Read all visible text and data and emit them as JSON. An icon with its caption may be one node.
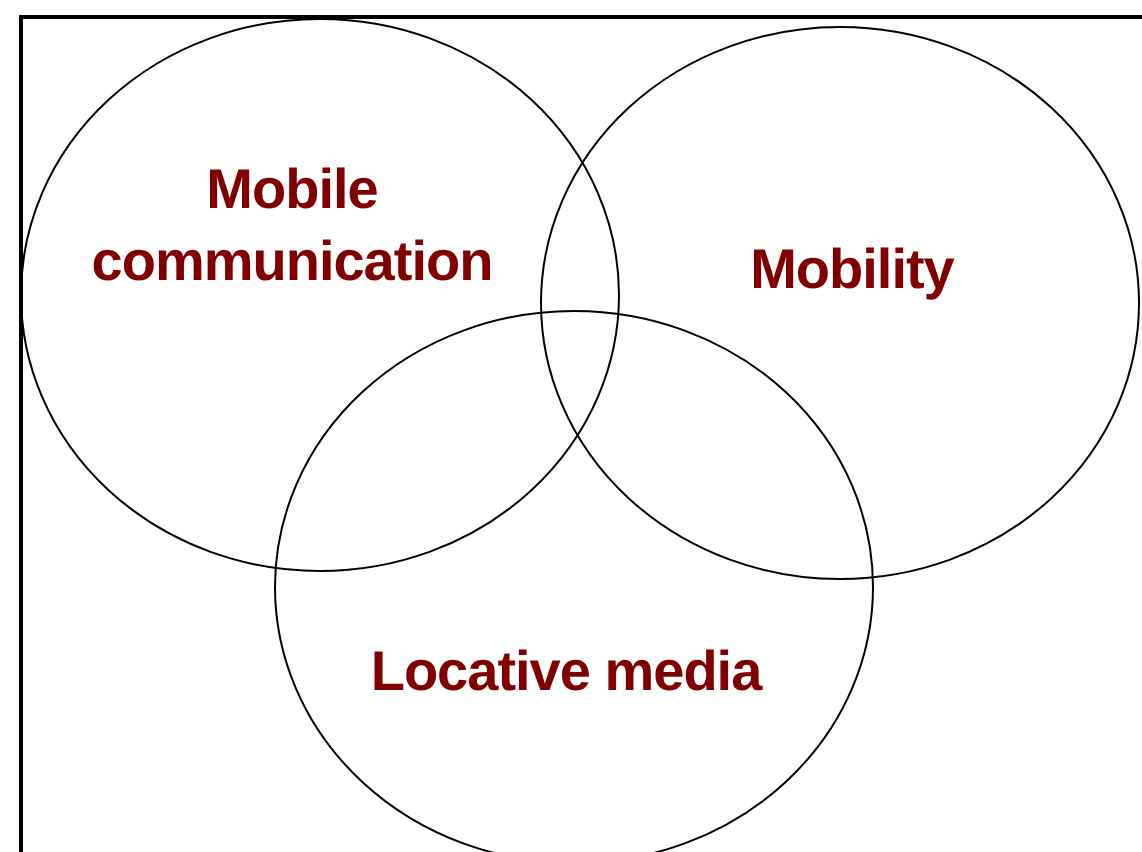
{
  "diagram": {
    "nodes": [
      {
        "text": [
          "Mobile communication"
        ]
      },
      {
        "text": [
          "Mobility"
        ]
      },
      {
        "text": [
          "Locative media"
        ]
      }
    ]
  }
}
